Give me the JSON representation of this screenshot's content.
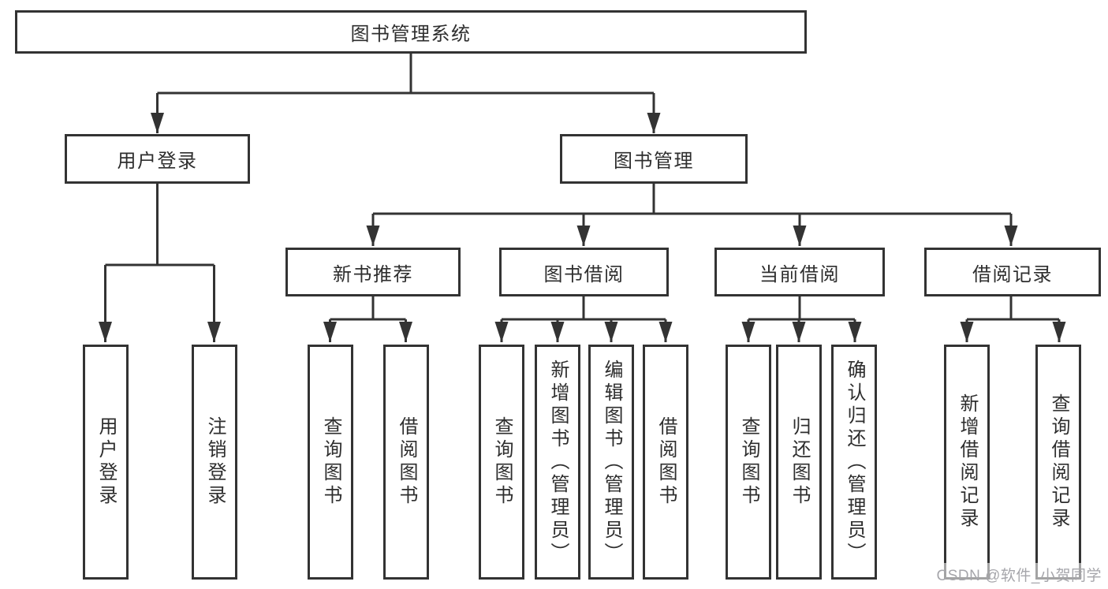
{
  "diagram": {
    "root": {
      "label": "图书管理系统"
    },
    "level2": [
      {
        "id": "user-login",
        "label": "用户登录"
      },
      {
        "id": "book-management",
        "label": "图书管理"
      }
    ],
    "level3": [
      {
        "id": "new-book-recommendation",
        "label": "新书推荐",
        "parent": "图书管理"
      },
      {
        "id": "book-borrowing",
        "label": "图书借阅",
        "parent": "图书管理"
      },
      {
        "id": "current-borrowing",
        "label": "当前借阅",
        "parent": "图书管理"
      },
      {
        "id": "borrowing-records",
        "label": "借阅记录",
        "parent": "图书管理"
      }
    ],
    "leaves": [
      {
        "label": "用户登录",
        "parent": "用户登录"
      },
      {
        "label": "注销登录",
        "parent": "用户登录"
      },
      {
        "label": "查询图书",
        "parent": "新书推荐"
      },
      {
        "label": "借阅图书",
        "parent": "新书推荐"
      },
      {
        "label": "查询图书",
        "parent": "图书借阅"
      },
      {
        "label": "新增图书（管理员）",
        "parent": "图书借阅"
      },
      {
        "label": "编辑图书（管理员）",
        "parent": "图书借阅"
      },
      {
        "label": "借阅图书",
        "parent": "图书借阅"
      },
      {
        "label": "查询图书",
        "parent": "当前借阅"
      },
      {
        "label": "归还图书",
        "parent": "当前借阅"
      },
      {
        "label": "确认归还（管理员）",
        "parent": "当前借阅"
      },
      {
        "label": "新增借阅记录",
        "parent": "借阅记录"
      },
      {
        "label": "查询借阅记录",
        "parent": "借阅记录"
      }
    ]
  },
  "watermark": {
    "text": "CSDN @软件_小贺同学"
  },
  "colors": {
    "line": "#333333",
    "text": "#2e2e2e",
    "watermark": "#a6a6ab",
    "background": "#ffffff"
  }
}
